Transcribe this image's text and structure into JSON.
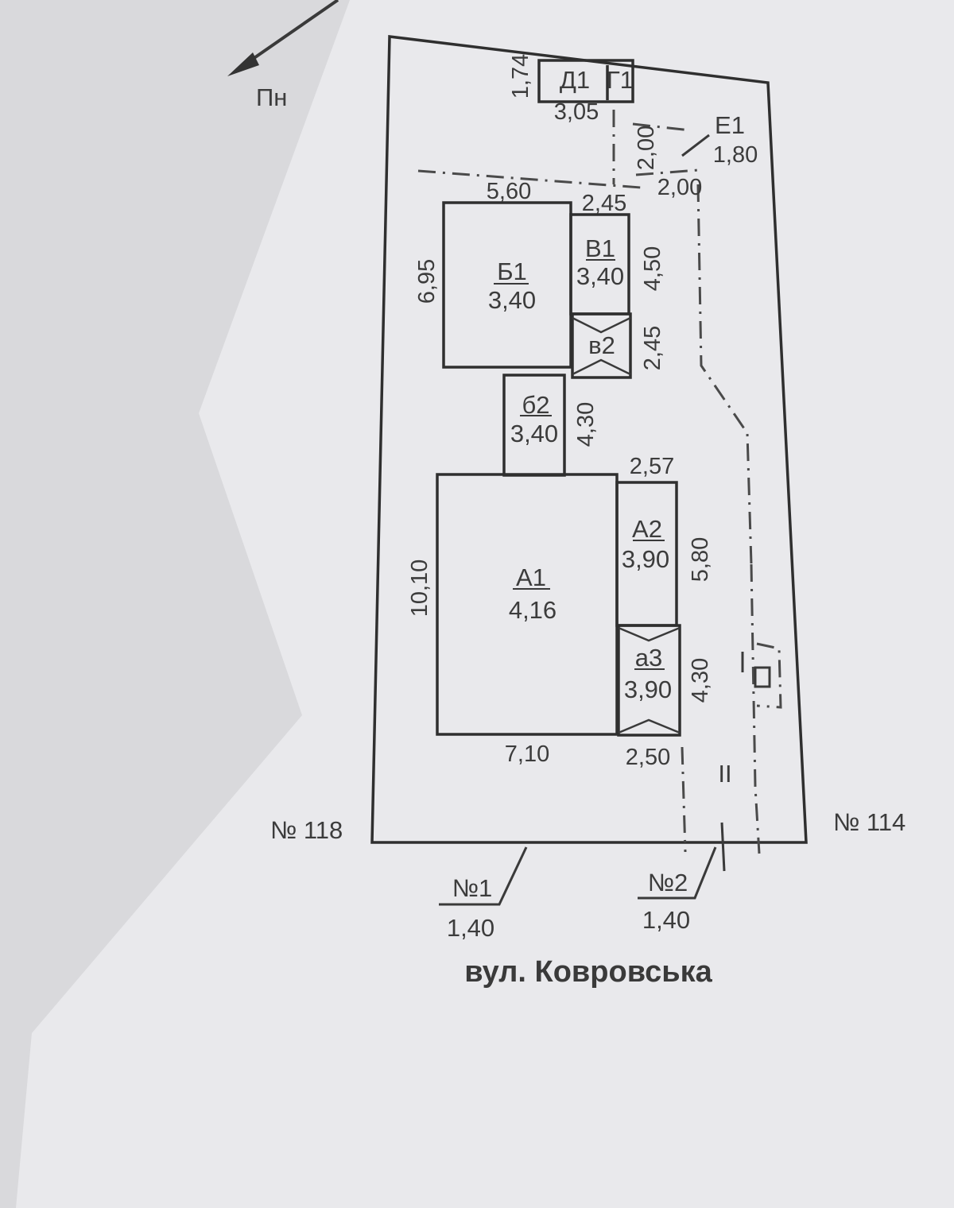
{
  "north": {
    "label": "Пн"
  },
  "street": {
    "name": "вул. Ковровська"
  },
  "neighbors": {
    "left": "№ 118",
    "right": "№ 114"
  },
  "entrances": [
    {
      "code": "№1",
      "width": "1,40"
    },
    {
      "code": "№2",
      "width": "1,40"
    }
  ],
  "buildings": {
    "d1": {
      "code": "Д1",
      "length": "3,05",
      "width": "1,74"
    },
    "g1": {
      "code": "Г1"
    },
    "e1": {
      "code": "Е1",
      "value": "1,80",
      "dim_a": "2,00",
      "dim_b": "2,00"
    },
    "b1": {
      "code": "Б1",
      "height": "3,40",
      "length": "5,60",
      "width": "6,95"
    },
    "v1": {
      "code": "В1",
      "height": "3,40",
      "length": "2,45",
      "width": "4,50"
    },
    "v2": {
      "code": "в2",
      "width": "2,45"
    },
    "b2": {
      "code": "б2",
      "height": "3,40",
      "length": "4,30"
    },
    "a1": {
      "code": "А1",
      "height": "4,16",
      "length": "7,10",
      "width": "10,10"
    },
    "a2": {
      "code": "А2",
      "height": "3,90",
      "length": "2,57",
      "width": "5,80"
    },
    "a3": {
      "code": "а3",
      "height": "3,90",
      "length": "2,50",
      "width": "4,30"
    }
  },
  "marks": {
    "fence": "II"
  }
}
